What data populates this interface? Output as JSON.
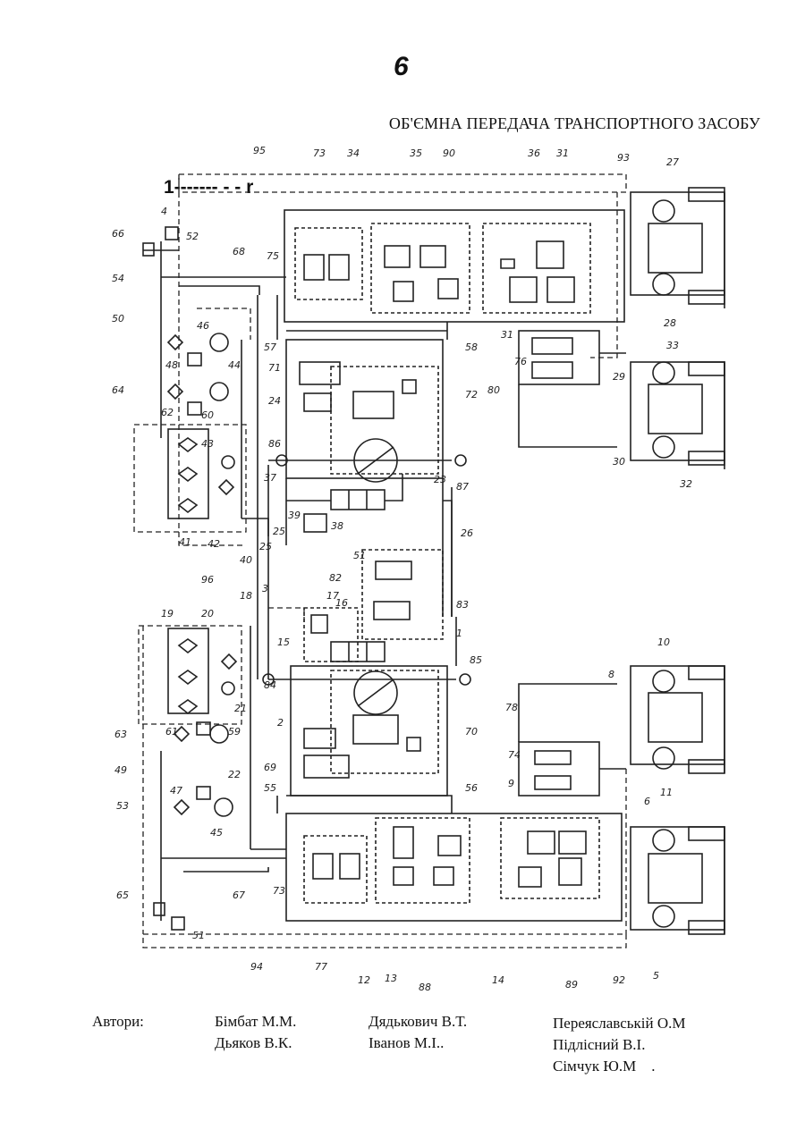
{
  "page_number": "6",
  "title": "ОБ'ЄМНА ПЕРЕДАЧА ТРАНСПОРТНОГО ЗАСОБУ",
  "section_marker": "1------- - - r",
  "callouts": [
    "95",
    "73",
    "34",
    "35",
    "90",
    "36",
    "31",
    "93",
    "27",
    "66",
    "4",
    "52",
    "54",
    "68",
    "75",
    "57",
    "71",
    "58",
    "31",
    "33",
    "50",
    "46",
    "48",
    "44",
    "24",
    "72",
    "76",
    "80",
    "29",
    "64",
    "62",
    "60",
    "86",
    "37",
    "87",
    "25",
    "23",
    "43",
    "39",
    "38",
    "30",
    "32",
    "41",
    "42",
    "25",
    "40",
    "26",
    "51",
    "82",
    "96",
    "18",
    "3",
    "17",
    "16",
    "19",
    "20",
    "15",
    "83",
    "1",
    "85",
    "84",
    "2",
    "8",
    "10",
    "63",
    "61",
    "59",
    "78",
    "49",
    "47",
    "74",
    "9",
    "53",
    "22",
    "45",
    "55",
    "69",
    "56",
    "70",
    "11",
    "6",
    "67",
    "73",
    "65",
    "51",
    "94",
    "77",
    "12",
    "13",
    "88",
    "14",
    "89",
    "92",
    "5",
    "21",
    "28"
  ],
  "authors": {
    "label": "Автори:",
    "col1": [
      "Бімбат М.М.",
      "Дьяков В.К."
    ],
    "col2": [
      "Дядькович В.Т.",
      "Іванов М.І.."
    ],
    "col3": [
      "Переяславській О.М",
      "Підлісний В.І.",
      "Сімчук Ю.М    ."
    ]
  }
}
